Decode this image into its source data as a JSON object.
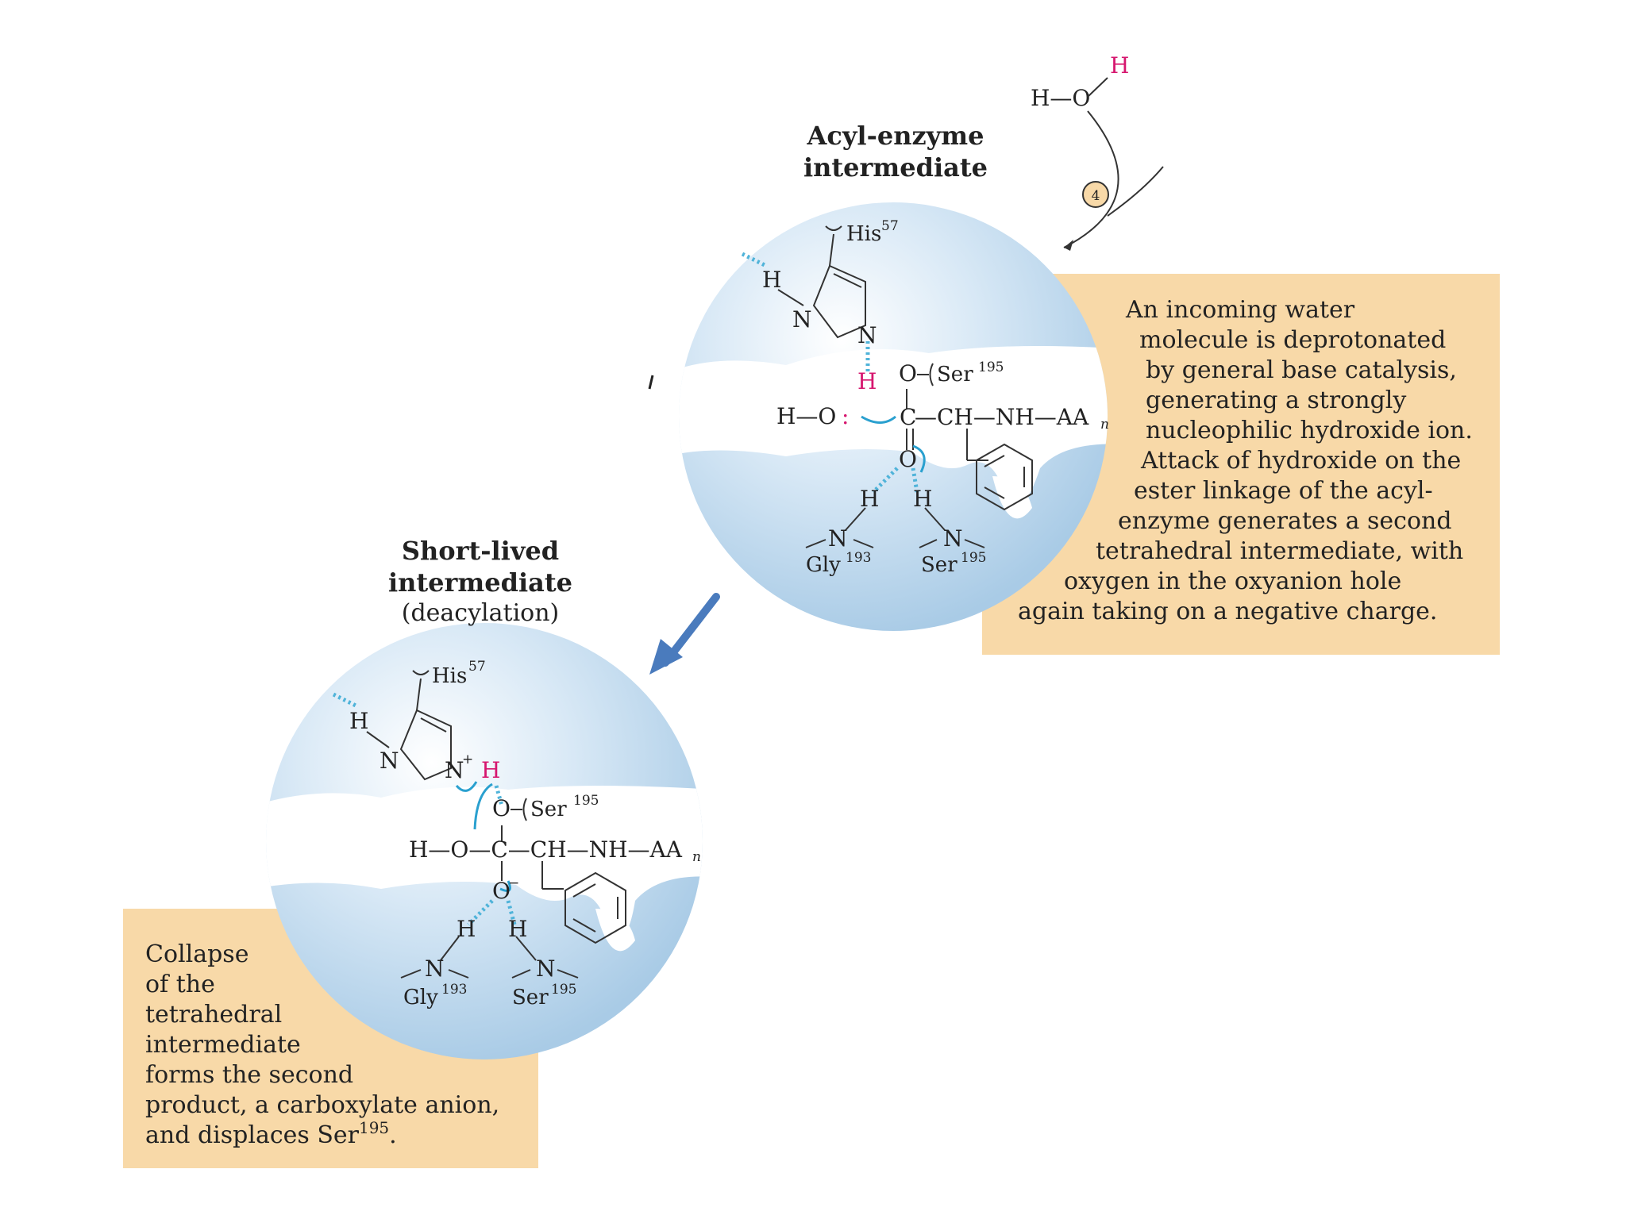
{
  "acyl_enzyme": {
    "title_line1": "Acyl-enzyme",
    "title_line2": "intermediate",
    "step_number": "4",
    "water_h1": "H—O",
    "water_h2": "H",
    "his_label": "His",
    "his_sup": "57",
    "his_h": "H",
    "his_n1": "N",
    "his_n2": "N",
    "bridge_h": "H",
    "ho_label": "H—O",
    "o_ser": "O",
    "ser_label": "Ser",
    "ser_sup": "195",
    "carbon": "C",
    "chain": "—CH—NH—AA",
    "chain_sub": "n",
    "carbonyl_o": "O",
    "gly_h": "H",
    "gly_n": "N",
    "gly_label": "Gly",
    "gly_sup": "193",
    "ser2_h": "H",
    "ser2_n": "N",
    "ser2_label": "Ser",
    "ser2_sup": "195",
    "caption": [
      "An incoming water",
      "molecule is deprotonated",
      "by general base catalysis,",
      "generating a strongly",
      "nucleophilic hydroxide ion.",
      "Attack of hydroxide on the",
      "ester linkage of the acyl-",
      "enzyme generates a second",
      "tetrahedral intermediate, with",
      "oxygen in the oxyanion hole",
      "again taking on a negative charge."
    ]
  },
  "short_lived": {
    "title_line1": "Short-lived",
    "title_line2": "intermediate",
    "subtitle": "(deacylation)",
    "his_label": "His",
    "his_sup": "57",
    "his_h": "H",
    "his_n1": "N",
    "his_n2": "N",
    "his_plus": "+",
    "bridge_h": "H",
    "o_ser": "O",
    "ser_label": "Ser",
    "ser_sup": "195",
    "ho_label": "H—O—C—CH—NH—AA",
    "chain_sub": "n",
    "oxyanion": "O",
    "minus": "−",
    "gly_h": "H",
    "gly_n": "N",
    "gly_label": "Gly",
    "gly_sup": "193",
    "ser2_h": "H",
    "ser2_n": "N",
    "ser2_label": "Ser",
    "ser2_sup": "195",
    "caption": [
      "Collapse",
      "of the",
      "tetrahedral",
      "intermediate",
      "forms the second",
      "product, a carboxylate anion,",
      "and displaces Ser"
    ],
    "caption_sup": "195",
    "caption_end": "."
  },
  "colors": {
    "caption_bg": "#f8d9a8",
    "sphere": "#bcd8ee",
    "arrow": "#4a7bbd",
    "pink": "#d6176f"
  }
}
